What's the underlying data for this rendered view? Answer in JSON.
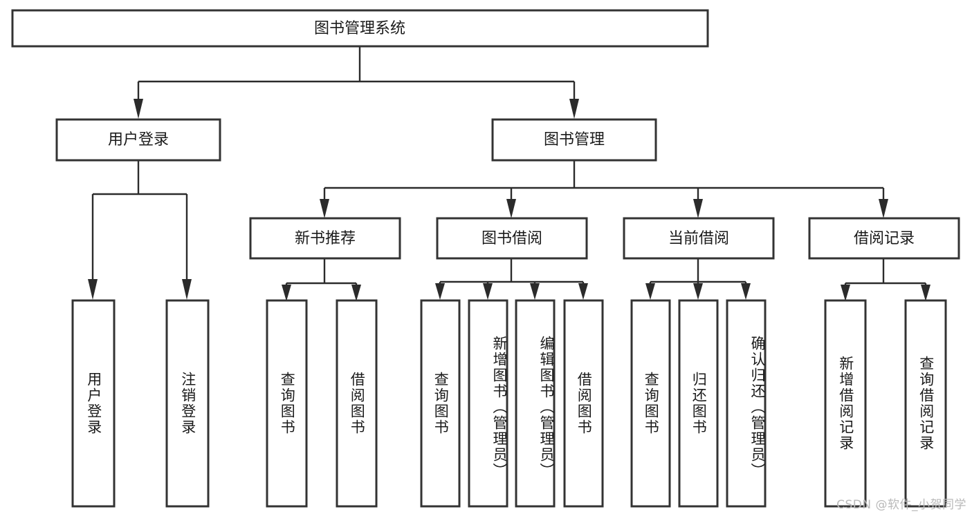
{
  "diagram": {
    "type": "hierarchy-tree",
    "title": "图书管理系统",
    "watermark": "CSDN @软件_小贺同学",
    "colors": {
      "box_stroke": "#333333",
      "box_fill": "#ffffff",
      "connector": "#2b2b2b",
      "text": "#1a1a1a",
      "watermark": "#b9b9b9",
      "background": "#ffffff"
    },
    "root": {
      "label": "图书管理系统"
    },
    "level2": [
      {
        "label": "用户登录"
      },
      {
        "label": "图书管理"
      }
    ],
    "level3": [
      {
        "label": "新书推荐"
      },
      {
        "label": "图书借阅"
      },
      {
        "label": "当前借阅"
      },
      {
        "label": "借阅记录"
      }
    ],
    "leaves": {
      "user_login": [
        {
          "label": "用户登录"
        },
        {
          "label": "注销登录"
        }
      ],
      "new_book_recommend": [
        {
          "label": "查询图书"
        },
        {
          "label": "借阅图书"
        }
      ],
      "book_borrow": [
        {
          "label": "查询图书"
        },
        {
          "label": "新增图书（管理员）"
        },
        {
          "label": "编辑图书（管理员）"
        },
        {
          "label": "借阅图书"
        }
      ],
      "current_borrow": [
        {
          "label": "查询图书"
        },
        {
          "label": "归还图书"
        },
        {
          "label": "确认归还（管理员）"
        }
      ],
      "borrow_record": [
        {
          "label": "新增借阅记录"
        },
        {
          "label": "查询借阅记录"
        }
      ]
    }
  }
}
